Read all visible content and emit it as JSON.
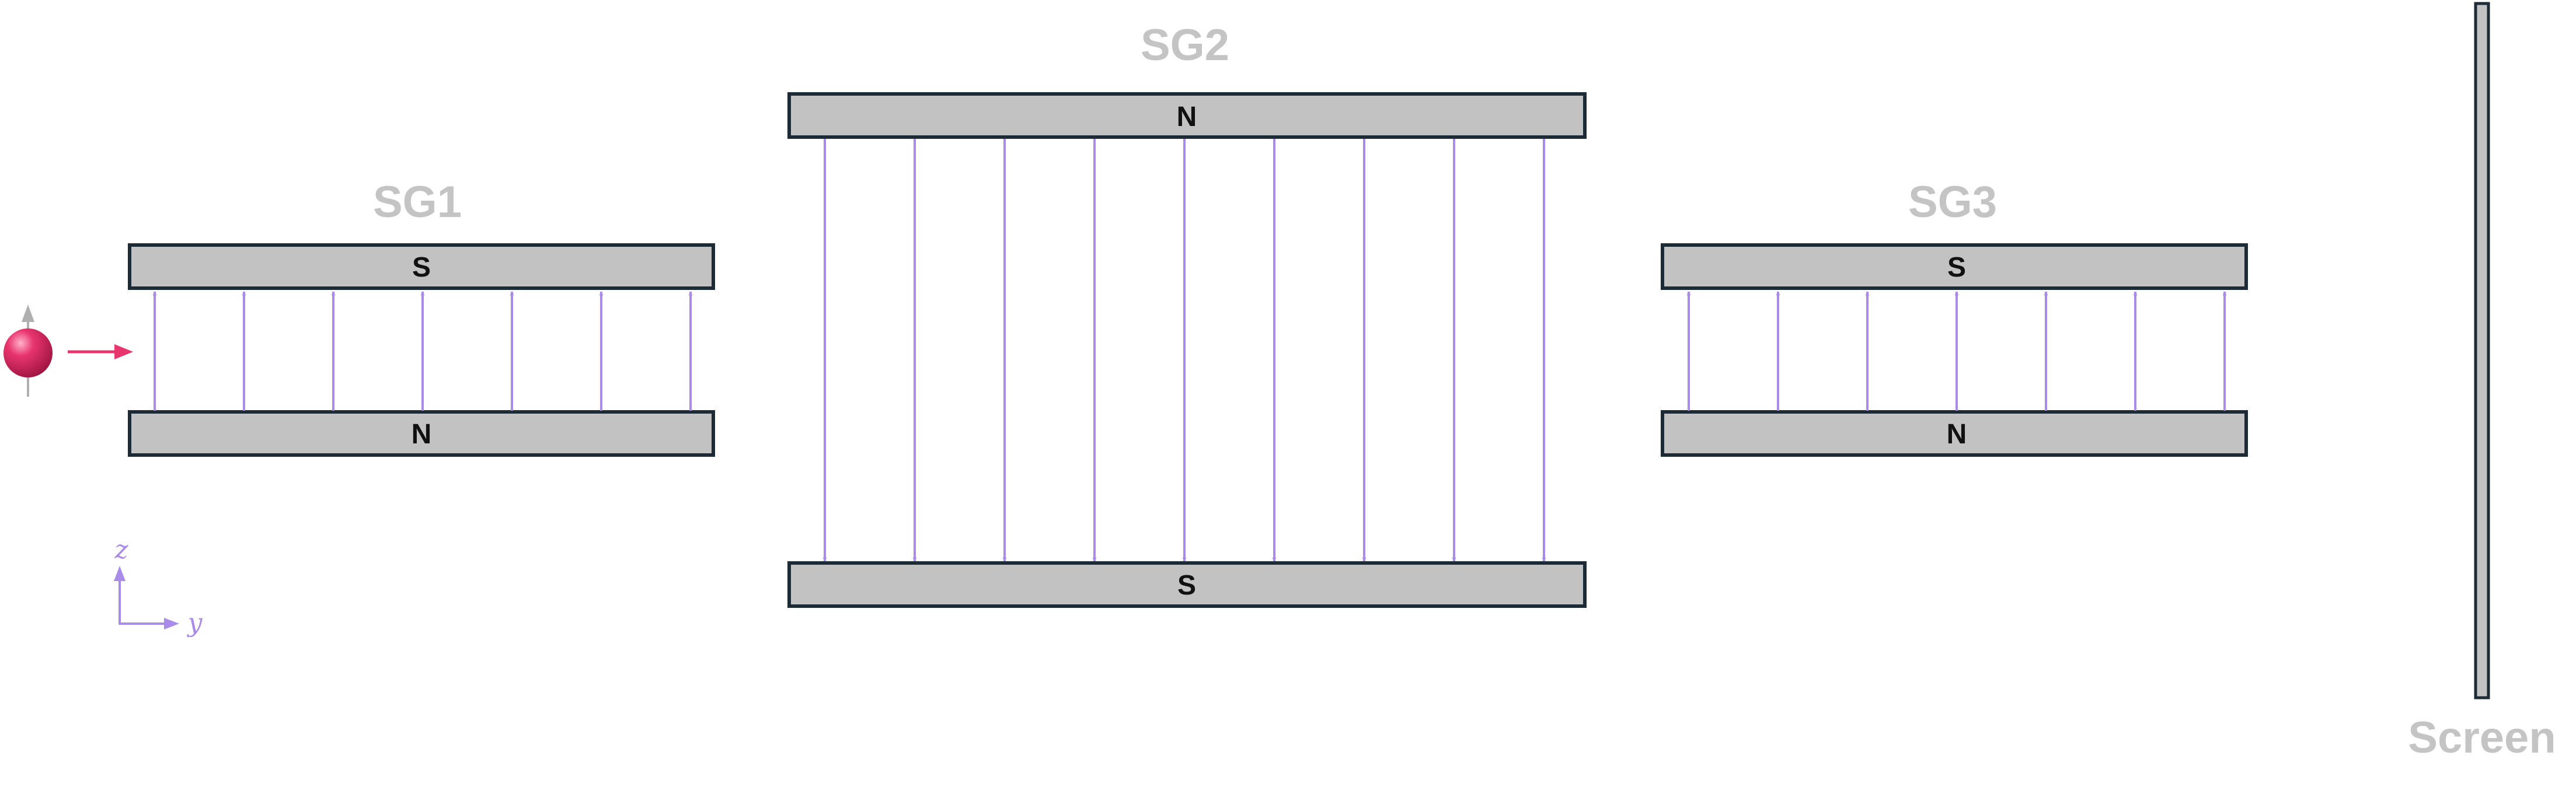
{
  "magnets": [
    {
      "label": "SG1",
      "top_pole": "S",
      "bottom_pole": "N",
      "field_direction": "up"
    },
    {
      "label": "SG2",
      "top_pole": "N",
      "bottom_pole": "S",
      "field_direction": "down"
    },
    {
      "label": "SG3",
      "top_pole": "S",
      "bottom_pole": "N",
      "field_direction": "up"
    }
  ],
  "screen": {
    "label": "Screen"
  },
  "axes": {
    "vertical": "z",
    "horizontal": "y"
  },
  "colors": {
    "field_line": "#a98bea",
    "particle": "#e8356d",
    "particle_motion": "#e8356d",
    "spin_arrow": "#b0b0b0",
    "label_gray": "#c4c4c4",
    "plate_fill": "#c2c2c2",
    "plate_border": "#1d2b36"
  },
  "icons": {
    "particle": "red-sphere-with-spin-up-arrow",
    "particle_motion": "arrow-right-icon",
    "field": "arrow-icon"
  }
}
